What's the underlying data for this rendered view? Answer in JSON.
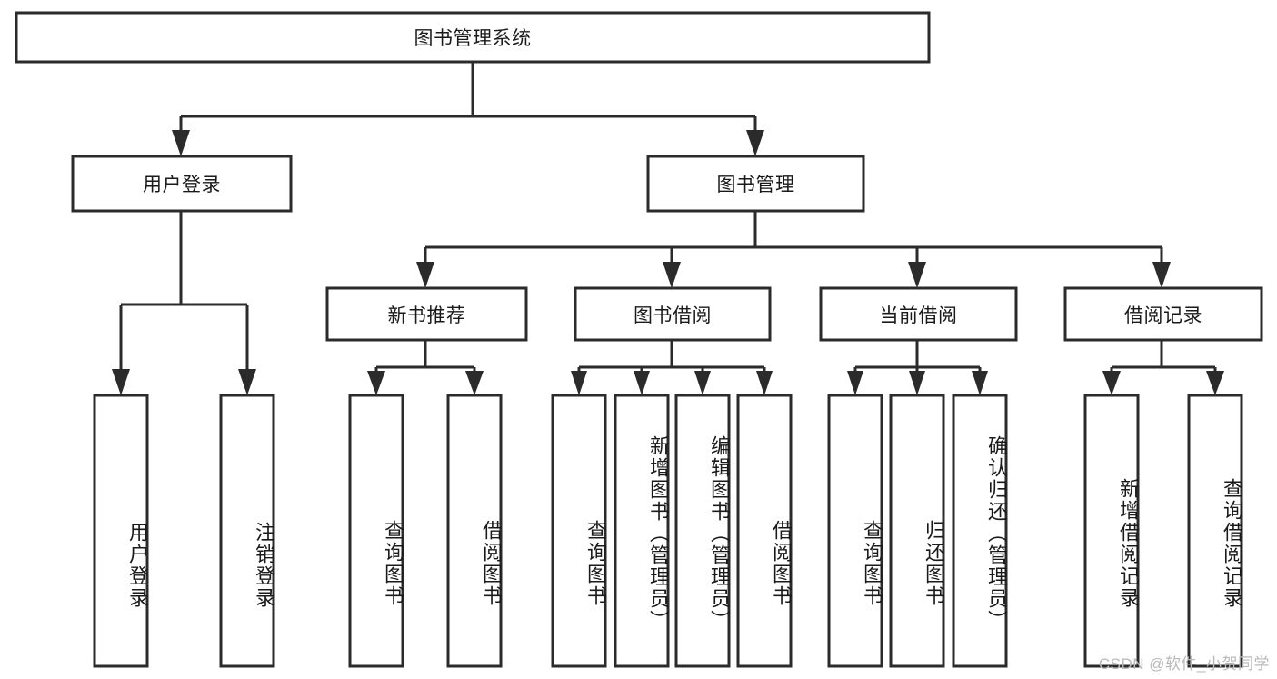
{
  "diagram": {
    "title": "图书管理系统",
    "type": "tree-hierarchy",
    "orientation": "top-down",
    "root": {
      "label": "图书管理系统"
    },
    "level2": [
      {
        "label": "用户登录"
      },
      {
        "label": "图书管理"
      }
    ],
    "level3": [
      {
        "label": "新书推荐"
      },
      {
        "label": "图书借阅"
      },
      {
        "label": "当前借阅"
      },
      {
        "label": "借阅记录"
      }
    ],
    "leaves": {
      "user_login": [
        {
          "label": "用户登录"
        },
        {
          "label": "注销登录"
        }
      ],
      "new_book_recommend": [
        {
          "label": "查询图书"
        },
        {
          "label": "借阅图书"
        }
      ],
      "book_borrow": [
        {
          "label": "查询图书"
        },
        {
          "label": "新增图书（管理员）"
        },
        {
          "label": "编辑图书（管理员）"
        },
        {
          "label": "借阅图书"
        }
      ],
      "current_borrow": [
        {
          "label": "查询图书"
        },
        {
          "label": "归还图书"
        },
        {
          "label": "确认归还（管理员）"
        }
      ],
      "borrow_record": [
        {
          "label": "新增借阅记录"
        },
        {
          "label": "查询借阅记录"
        }
      ]
    }
  },
  "watermark": {
    "text": "CSDN @软件_小贺同学"
  },
  "colors": {
    "stroke": "#2b2b2b",
    "box_fill": "#ffffff",
    "text": "#1a1a1a",
    "watermark": "#b9b9b9",
    "background": "#ffffff"
  }
}
